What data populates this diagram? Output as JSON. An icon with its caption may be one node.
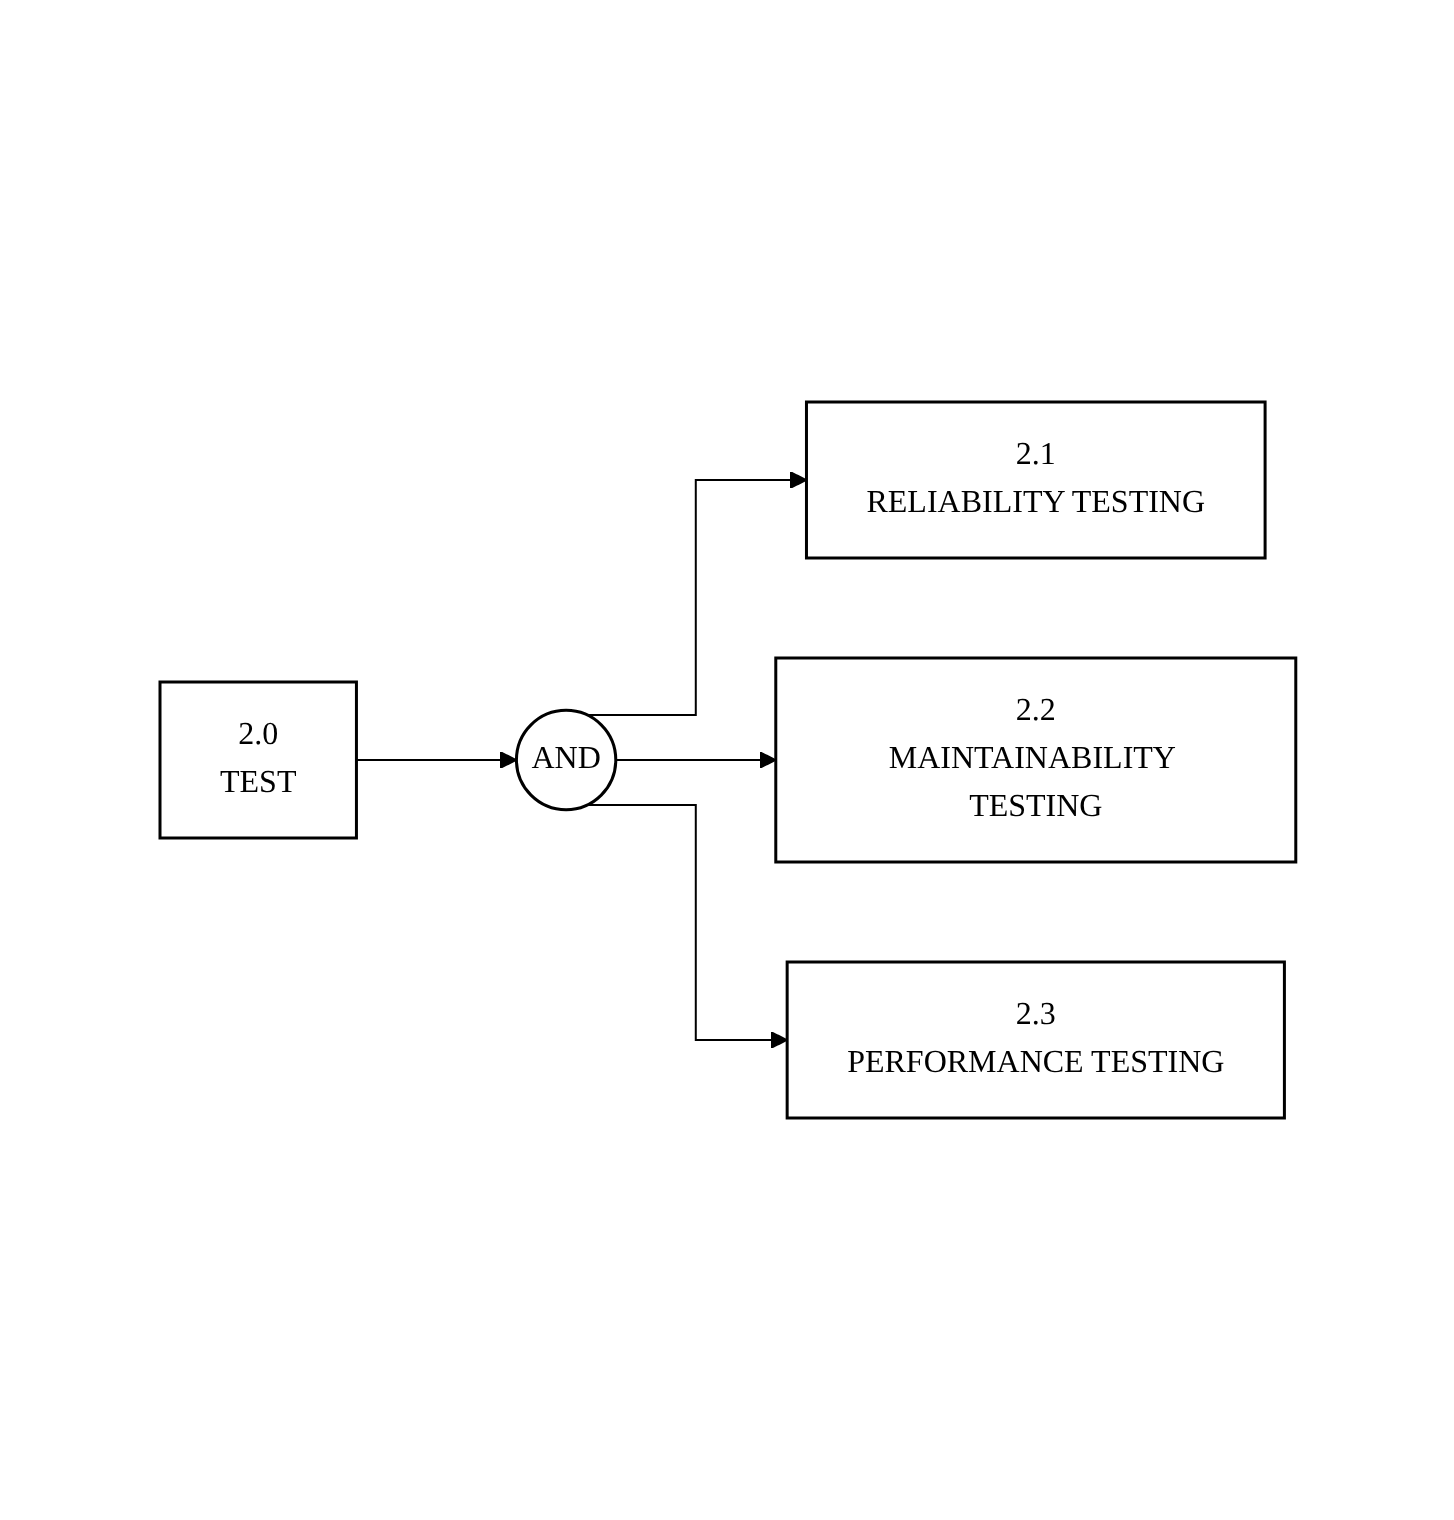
{
  "diagram": {
    "nodes": [
      {
        "text": [
          "2.0",
          "TEST"
        ]
      },
      {
        "text": [
          "AND"
        ]
      },
      {
        "text": [
          "2.1",
          "RELIABILITY TESTING"
        ]
      },
      {
        "text": [
          "2.2",
          "MAINTAINABILITY TESTING"
        ]
      },
      {
        "text": [
          "2.3",
          "PERFORMANCE TESTING"
        ]
      }
    ],
    "edges": [
      {
        "from": 0,
        "to": 1,
        "arrow": "to"
      },
      {
        "from": 1,
        "to": 2,
        "arrow": "to"
      },
      {
        "from": 1,
        "to": 3,
        "arrow": "to"
      },
      {
        "from": 1,
        "to": 4,
        "arrow": "to"
      }
    ]
  }
}
